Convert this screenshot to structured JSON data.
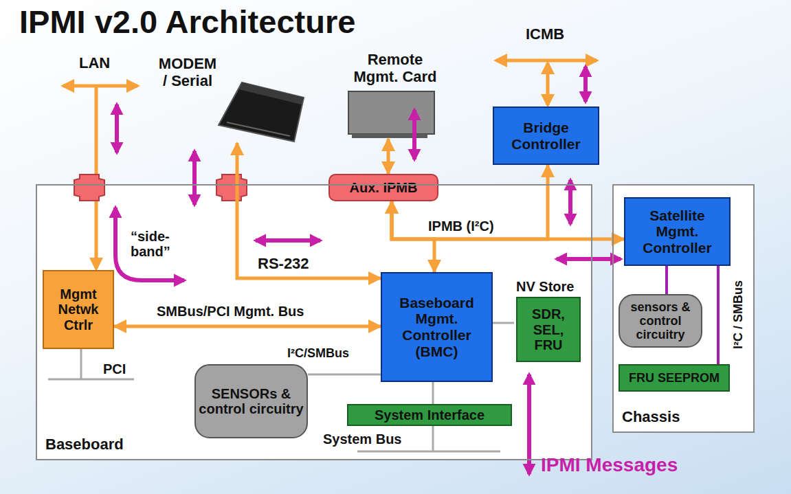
{
  "diagram": {
    "title": "IPMI v2.0 Architecture",
    "nodes": [
      {
        "text": [
          "MODEM / Serial"
        ]
      },
      {
        "text": [
          "Remote Mgmt. Card"
        ]
      },
      {
        "text": [
          "Bridge Controller"
        ]
      },
      {
        "text": [
          "Aux. IPMB"
        ]
      },
      {
        "text": [
          "Baseboard"
        ]
      },
      {
        "text": [
          "Mgmt Netwk Ctrlr"
        ],
        "in": 4
      },
      {
        "text": [
          "Baseboard Mgmt. Controller (BMC)"
        ],
        "in": 4
      },
      {
        "text": [
          "NV Store",
          "SDR, SEL, FRU"
        ],
        "in": 4
      },
      {
        "text": [
          "SENSORs & control circuitry"
        ],
        "in": 4
      },
      {
        "text": [
          "System Interface"
        ],
        "in": 4
      },
      {
        "text": [
          "Chassis"
        ]
      },
      {
        "text": [
          "Satellite Mgmt. Controller"
        ],
        "in": 10
      },
      {
        "text": [
          "sensors & control circuitry"
        ],
        "in": 10
      },
      {
        "text": [
          "FRU SEEPROM"
        ],
        "in": 10
      }
    ],
    "edges": [
      {
        "from": 5,
        "to": 6,
        "arrow": "both",
        "label": "SMBus/PCI Mgmt. Bus"
      },
      {
        "from": 0,
        "to": 6,
        "arrow": "both"
      },
      {
        "from": 1,
        "to": 3,
        "arrow": "both"
      },
      {
        "from": 3,
        "to": 6,
        "arrow": "both"
      },
      {
        "from": 3,
        "to": 11,
        "arrow": "both",
        "label": "IPMB (I²C)"
      },
      {
        "from": 2,
        "to": 3,
        "arrow": "both"
      },
      {
        "from": 6,
        "to": 8,
        "arrow": "none",
        "label": "I²C/SMBus"
      },
      {
        "from": 6,
        "to": 7,
        "arrow": "none"
      },
      {
        "from": 6,
        "to": 9,
        "arrow": "none"
      },
      {
        "from": 11,
        "to": 12,
        "arrow": "none"
      },
      {
        "from": 11,
        "to": 13,
        "arrow": "none",
        "label": "I²C / SMBus"
      }
    ],
    "labels": [
      "LAN",
      "ICMB",
      "“side-band”",
      "RS-232",
      "PCI",
      "System Bus",
      "IPMI Messages"
    ]
  }
}
